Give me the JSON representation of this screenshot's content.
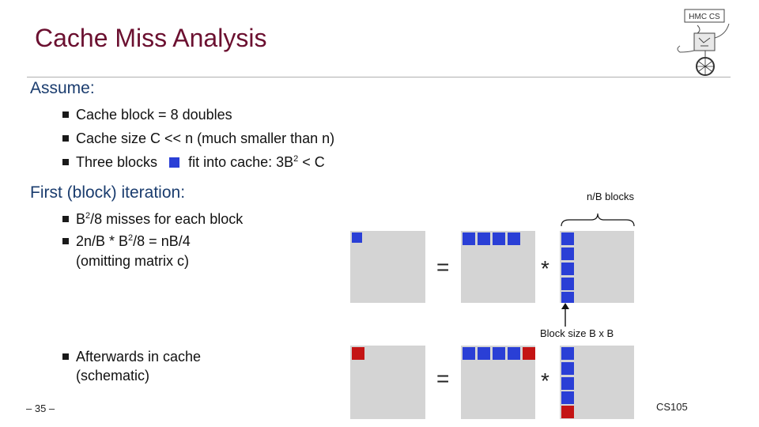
{
  "title": "Cache Miss Analysis",
  "logo_text": "HMC CS",
  "assume": {
    "heading": "Assume:",
    "bullets": [
      "Cache block = 8 doubles",
      "Cache size C << n (much smaller than n)"
    ],
    "bullet3_before": "Three blocks",
    "bullet3_after": "fit into cache: 3B",
    "bullet3_sup": "2",
    "bullet3_end": " < C"
  },
  "first": {
    "heading": "First (block) iteration:",
    "b1_pre": "B",
    "b1_sup": "2",
    "b1_post": "/8 misses for each block",
    "b2_pre": "2n/B * B",
    "b2_sup": "2",
    "b2_post": "/8 = nB/4",
    "b2_line2": "(omitting matrix c)"
  },
  "after": {
    "line1": "Afterwards in cache",
    "line2": "(schematic)"
  },
  "diagram": {
    "nb_label": "n/B blocks",
    "block_size_label": "Block size B x B",
    "equals": "=",
    "times": "*"
  },
  "colors": {
    "title": "#6b1030",
    "heading": "#1a3c6e",
    "blue": "#2a3fd6",
    "red": "#c41414",
    "gray": "#d4d4d4"
  },
  "footer": {
    "page": "– 35 –",
    "course": "CS105"
  }
}
